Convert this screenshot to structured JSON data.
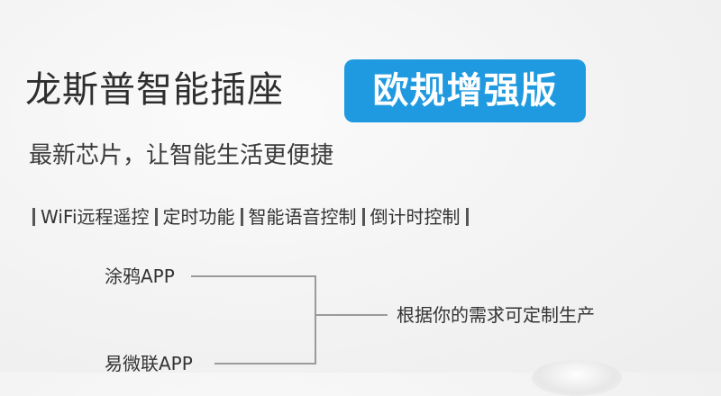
{
  "header": {
    "title": "龙斯普智能插座",
    "badge": "欧规增强版",
    "subtitle": "最新芯片，让智能生活更便捷"
  },
  "features": [
    "WiFi远程遥控",
    "定时功能",
    "智能语音控制",
    "倒计时控制"
  ],
  "apps": {
    "app1": "涂鸦APP",
    "app2": "易微联APP",
    "result": "根据你的需求可定制生产"
  },
  "colors": {
    "badge": "#1f9ae0",
    "text": "#333333",
    "line": "#9a9a9a"
  }
}
